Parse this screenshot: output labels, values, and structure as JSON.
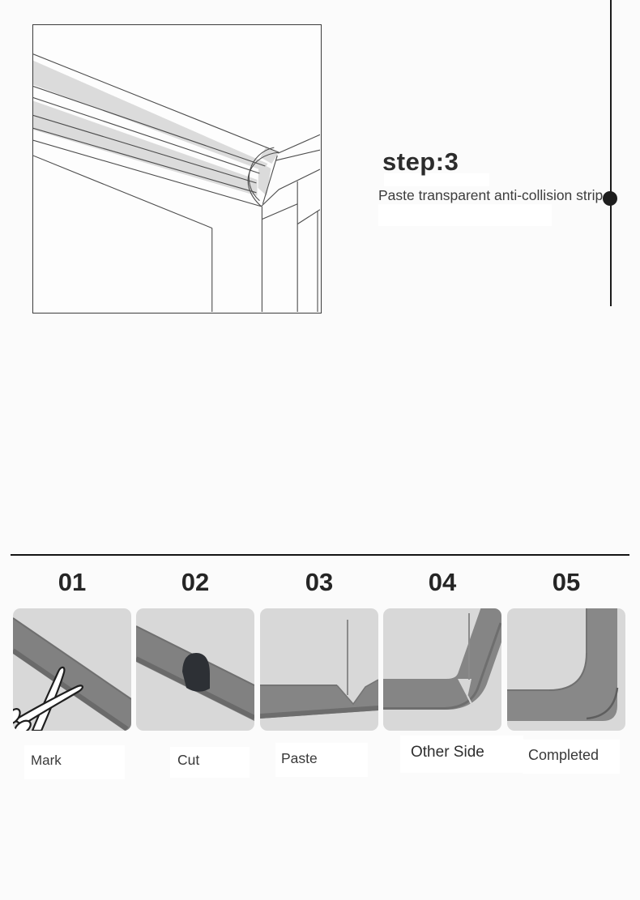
{
  "header": {
    "step_label": "step:3",
    "description": "Paste transparent anti-collision strip"
  },
  "diagram": {
    "subject": "table-corner-with-transparent-strip",
    "strip_fill": "#dbdbdb",
    "line_color": "#4c4c4c"
  },
  "tutorial_steps": [
    {
      "number": "01",
      "label": "Mark",
      "illustration": "diagonal-strip-with-scissors"
    },
    {
      "number": "02",
      "label": "Cut",
      "illustration": "diagonal-strip-with-notch"
    },
    {
      "number": "03",
      "label": "Paste",
      "illustration": "strip-with-open-v-notch-at-corner"
    },
    {
      "number": "04",
      "label": "Other Side",
      "illustration": "strip-folding-up-around-corner"
    },
    {
      "number": "05",
      "label": "Completed",
      "illustration": "strip-wrapped-corner"
    }
  ],
  "colors": {
    "accent_dot": "#1e1e1e",
    "vertical_rule": "#1b1b1b",
    "divider": "#141414",
    "panel_bg": "#d8d8d8",
    "strip_gray": "#828282",
    "strip_dark_edge": "#6d6d6d",
    "notch_dark": "#2d3035",
    "title_text": "#2c2c2c",
    "body_text": "#3d3d3d",
    "label_text": "#393939"
  }
}
